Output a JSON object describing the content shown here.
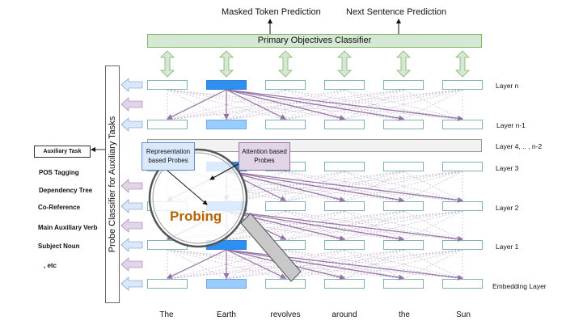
{
  "outputs": {
    "masked_token": "Masked Token Prediction",
    "next_sentence": "Next Sentence Prediction"
  },
  "primary_classifier": "Primary Objectives Classifier",
  "probe_classifier": "Probe Classifier for Auxiliary Tasks",
  "auxiliary_task_label": "Auxiliary Task",
  "auxiliary_tasks": [
    "POS Tagging",
    "Dependency Tree",
    "Co-Reference",
    "Main Auxiliary Verb",
    "Subject Noun",
    ", etc"
  ],
  "layers": [
    {
      "label": "Layer n"
    },
    {
      "label": "Layer n-1"
    },
    {
      "label": "Layer 4, .. , n-2"
    },
    {
      "label": "Layer 3"
    },
    {
      "label": "Layer 2"
    },
    {
      "label": "Layer 1"
    },
    {
      "label": "Embedding Layer"
    }
  ],
  "tokens": [
    "The",
    "Earth",
    "revolves",
    "around",
    "the",
    "Sun"
  ],
  "focus_token": "Earth",
  "probes": {
    "representation": "Representation based Probes",
    "attention": "Attention based Probes",
    "probing": "Probing"
  },
  "colors": {
    "green_fill": "#d5e8d4",
    "green_stroke": "#82b366",
    "blue_fill": "#dae8fc",
    "blue_stroke": "#6c8ebf",
    "purple_fill": "#e1d5e7",
    "purple_stroke": "#9673a6",
    "focus_dark": "#2f8ff0",
    "focus_light": "#99ccff",
    "attention_line": "#9673a6",
    "probing_text": "#b46504"
  }
}
